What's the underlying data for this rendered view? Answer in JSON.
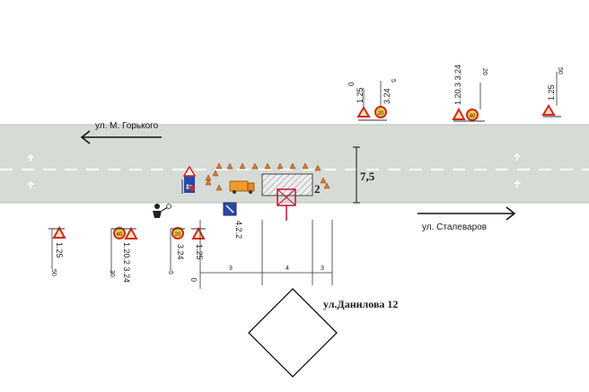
{
  "streets": {
    "gorky": "ул. М. Горького",
    "stalevarov": "ул. Сталеваров",
    "danilova": "ул.Данилова 12"
  },
  "road": {
    "width_label": "7,5",
    "lanes_label": "2"
  },
  "top_signs": [
    {
      "dist": "0",
      "code": "1.25"
    },
    {
      "dist": "5",
      "code": "3.24"
    },
    {
      "dist": "20",
      "code": "1.20.3 3.24"
    },
    {
      "dist": "50",
      "code": "1.25"
    }
  ],
  "bottom_signs": [
    {
      "dist": "50",
      "code": "1.25"
    },
    {
      "dist": "30",
      "code": "1.20.2 3.24"
    },
    {
      "dist": "5",
      "code": "3.24"
    },
    {
      "dist": "0",
      "code": "1.25"
    }
  ],
  "detour_sign": "4.2.2",
  "limit_signs": [
    "40",
    "20",
    "20",
    "40"
  ],
  "dims": {
    "zero": "0",
    "seg1": "3",
    "seg2": "4",
    "seg3": "3"
  },
  "colors": {
    "road": "#d7dbd6",
    "lane_line": "#ffffff",
    "warning_border": "#d42a1c",
    "sign_yellow": "#f2c94c",
    "detour_blue": "#2948a5",
    "work_zone": "#c8102e",
    "vehicle": "#f29b2a",
    "cone": "#e07a2b"
  }
}
